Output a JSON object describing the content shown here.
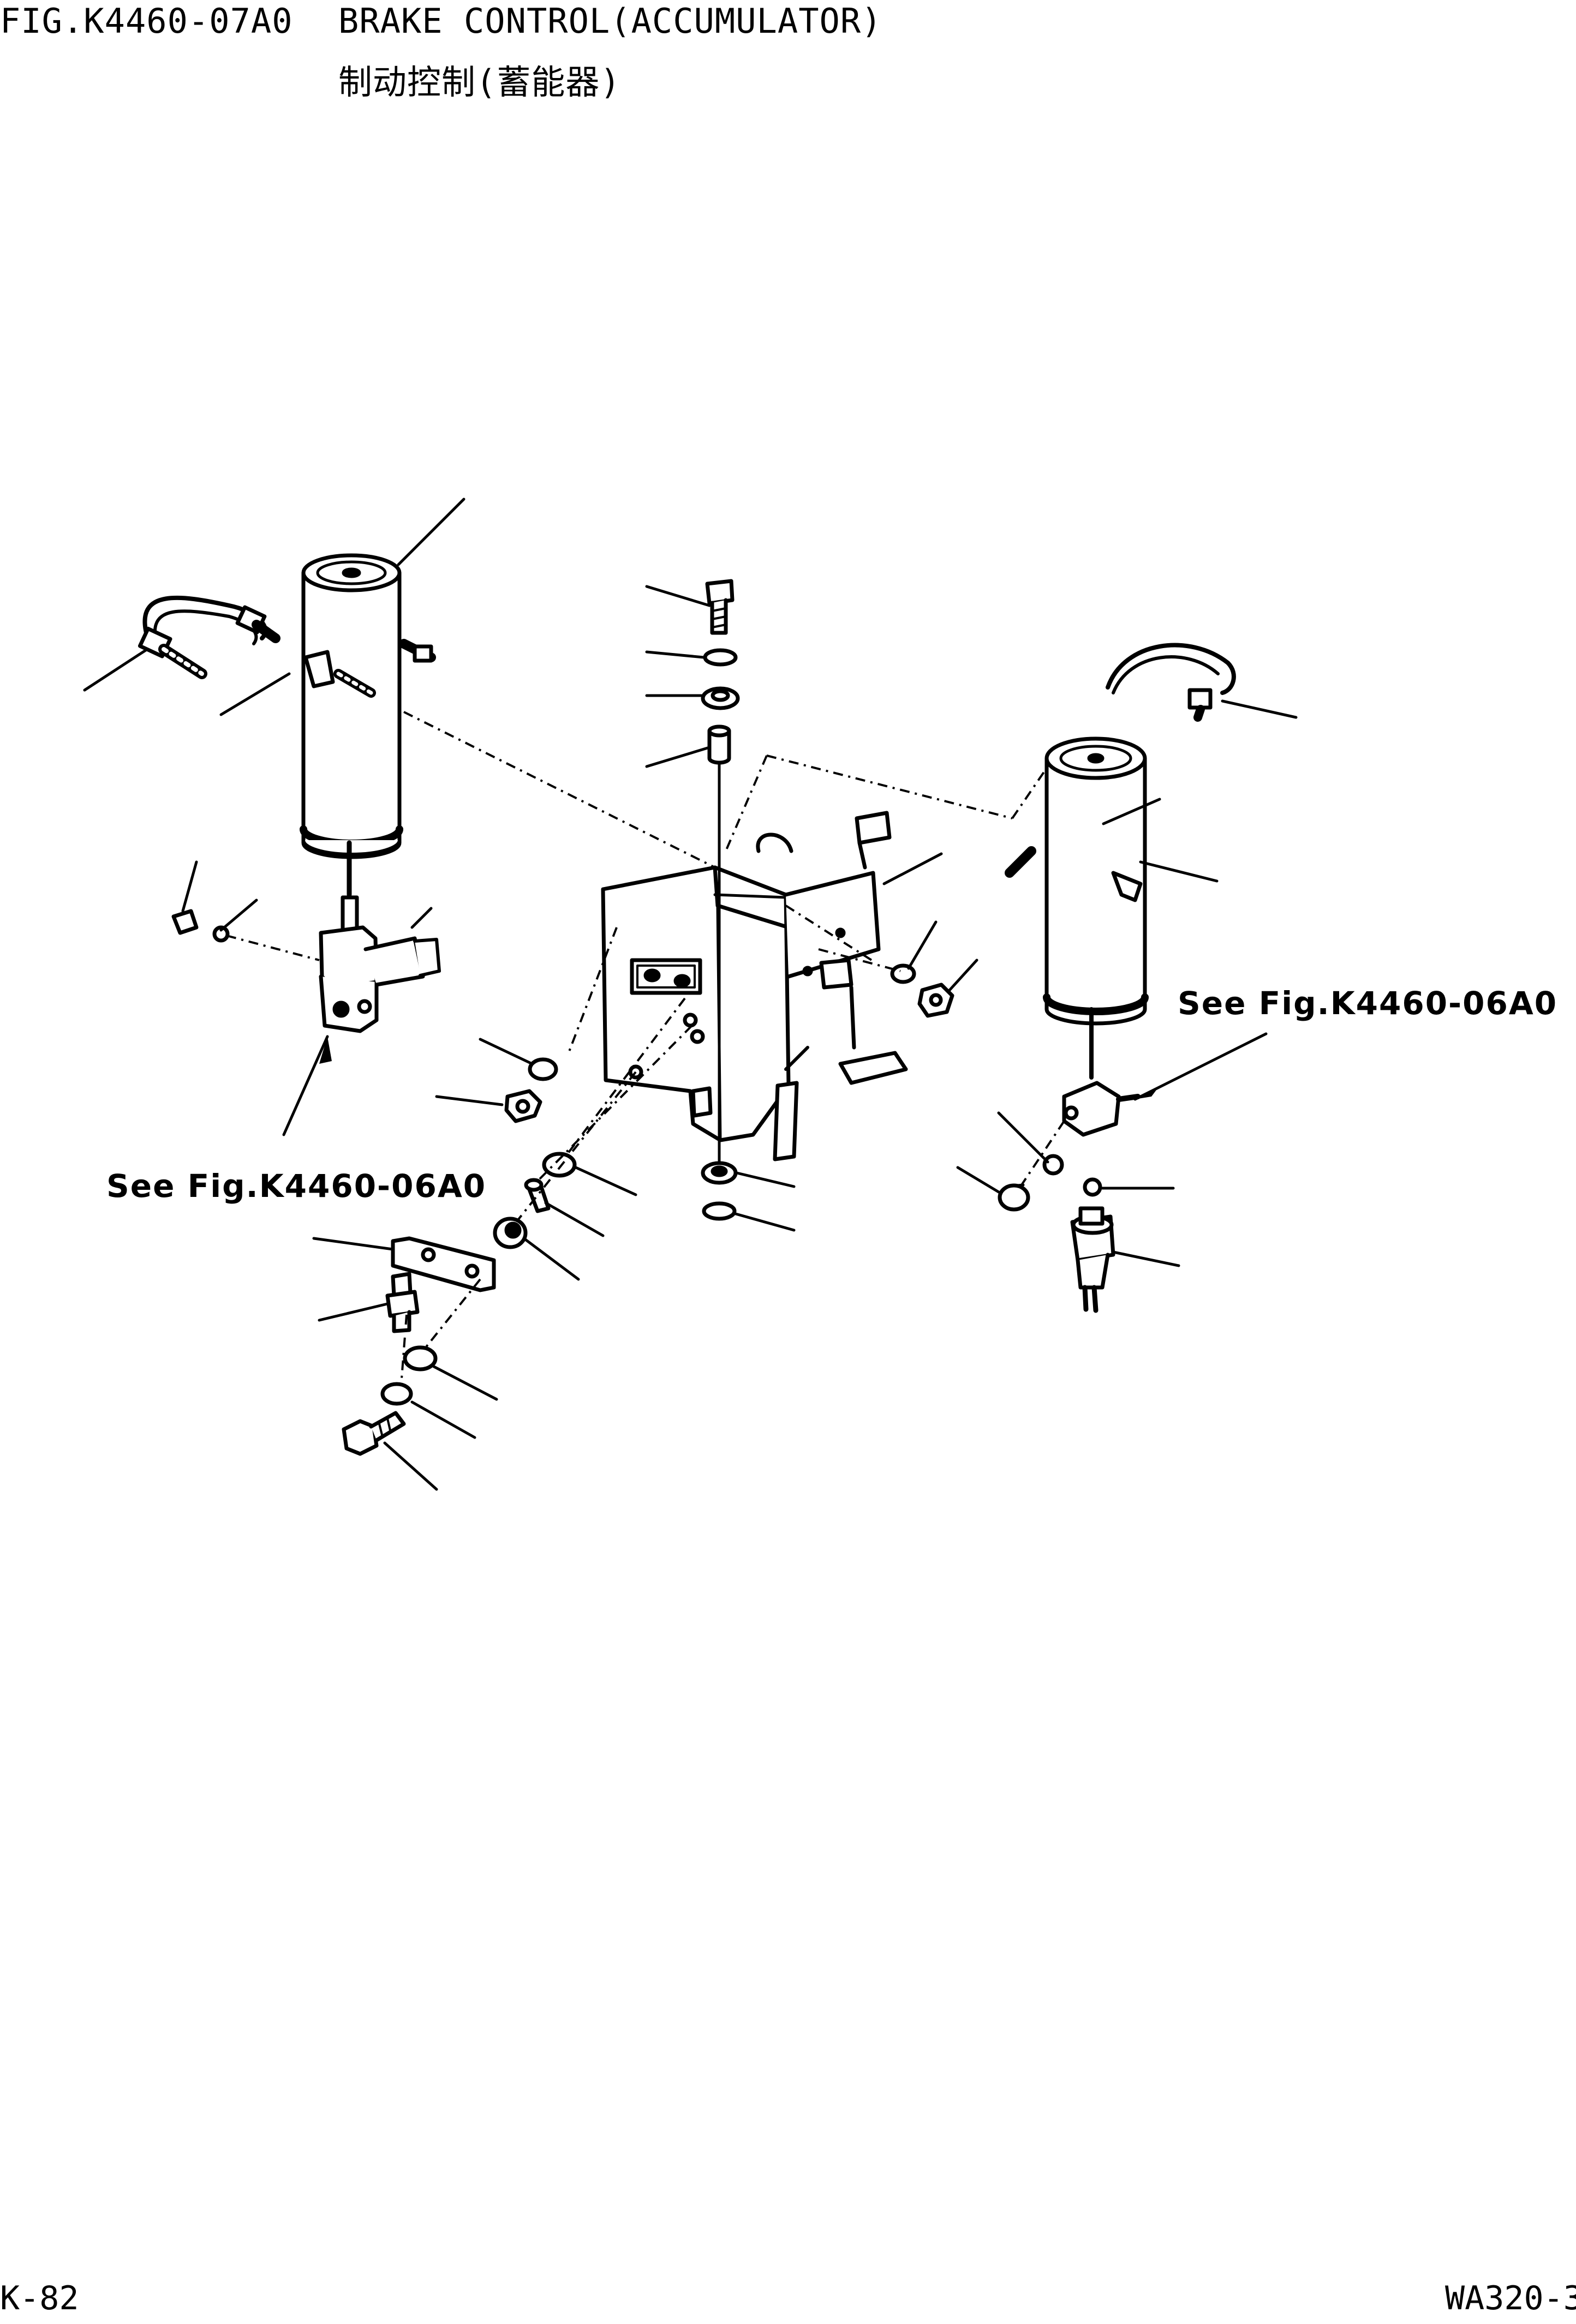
{
  "header": {
    "fig_number": "FIG.K4460-07A0",
    "title_en": "BRAKE CONTROL(ACCUMULATOR)",
    "title_zh": "制动控制(蓄能器)"
  },
  "references": {
    "left": "See Fig.K4460-06A0",
    "right": "See Fig.K4460-06A0"
  },
  "footer": {
    "page": "K-82",
    "model": "WA320-3"
  }
}
